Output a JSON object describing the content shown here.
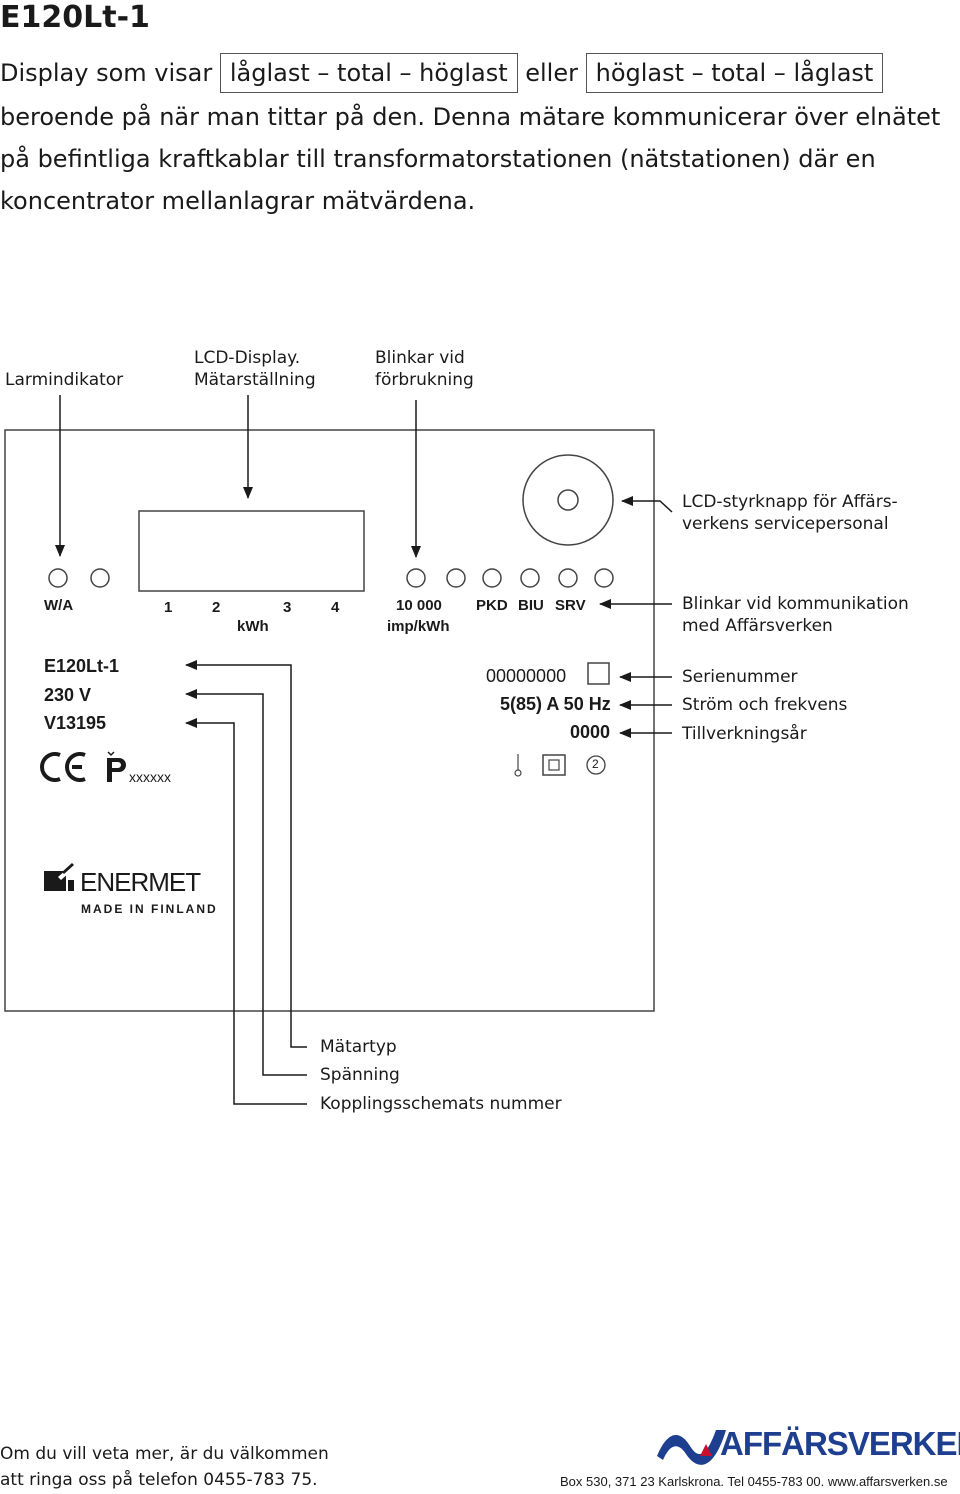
{
  "heading": "E120Lt-1",
  "intro": {
    "prefix": "Display som visar",
    "option1": "låglast – total – höglast",
    "middle": "eller",
    "option2": "höglast – total – låglast",
    "line2": "beroende på när man tittar på den. Denna mätare kommunicerar över elnätet",
    "line3": "på befintliga kraftkablar till transformatorstationen (nätstationen) där en",
    "line4": "koncentrator mellanlagrar mätvärdena."
  },
  "callouts_top": {
    "alarm": "Larmindikator",
    "display_l1": "LCD-Display.",
    "display_l2": "Mätarställning",
    "blink_l1": "Blinkar vid",
    "blink_l2": "förbrukning"
  },
  "callouts_right": {
    "button_l1": "LCD-styrknapp för Affärs-",
    "button_l2": "verkens servicepersonal",
    "comm_l1": "Blinkar vid kommunikation",
    "comm_l2": "med Affärsverken",
    "serial": "Serienummer",
    "current": "Ström och frekvens",
    "year": "Tillverkningsår"
  },
  "callouts_bottom": {
    "type": "Mätartyp",
    "voltage": "Spänning",
    "scheme": "Kopplingsschemats nummer"
  },
  "meter": {
    "wa": "W/A",
    "t1": "1",
    "t2": "2",
    "t3": "3",
    "t4": "4",
    "kwh": "kWh",
    "imp_value": "10 000",
    "imp_unit": "imp/kWh",
    "pkd": "PKD",
    "biu": "BIU",
    "srv": "SRV",
    "model": "E120Lt-1",
    "voltage": "230 V",
    "scheme": "V13195",
    "serial": "00000000",
    "current": "5(85) A 50 Hz",
    "year": "0000",
    "class": "2",
    "ce_mark": "CE",
    "approval_code": "xxxxxx"
  },
  "brand": {
    "name": "ENERMET",
    "origin": "MADE IN FINLAND"
  },
  "footer": {
    "line1": "Om du vill veta mer, är du välkommen",
    "line2": "att ringa oss på telefon 0455-783 75.",
    "logo": "AFFÄRSVERKEN",
    "address": "Box 530, 371 23 Karlskrona. Tel 0455-783 00. www.affarsverken.se"
  }
}
